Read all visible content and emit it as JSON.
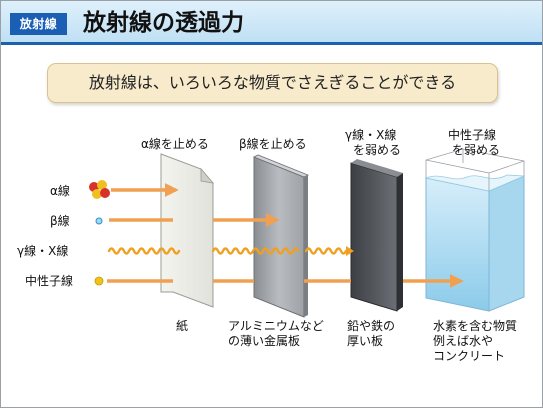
{
  "header": {
    "tag": "放射線",
    "title": "放射線の透過力"
  },
  "banner": {
    "text": "放射線は、いろいろな物質でさえぎることができる"
  },
  "radiations": {
    "alpha": "α線",
    "beta": "β線",
    "gamma": "γ線・X線",
    "neutron": "中性子線"
  },
  "barrier_captions": {
    "alpha_stop": "α線を止める",
    "beta_stop": "β線を止める",
    "gamma_weaken_1": "γ線・X線",
    "gamma_weaken_2": "を弱める",
    "neutron_weaken_1": "中性子線",
    "neutron_weaken_2": "を弱める"
  },
  "materials": {
    "paper": "紙",
    "aluminum_1": "アルミニウムなど",
    "aluminum_2": "の薄い金属板",
    "lead_1": "鉛や鉄の",
    "lead_2": "厚い板",
    "water_1": "水素を含む物質",
    "water_2": "例えば水や",
    "water_3": "コンクリート"
  },
  "colors": {
    "header_bar": "#1a62b0",
    "arrow": "#f0a050",
    "wave": "#f0a020",
    "banner_bg": "#f8ebcc",
    "water": "#9fd2ec"
  }
}
